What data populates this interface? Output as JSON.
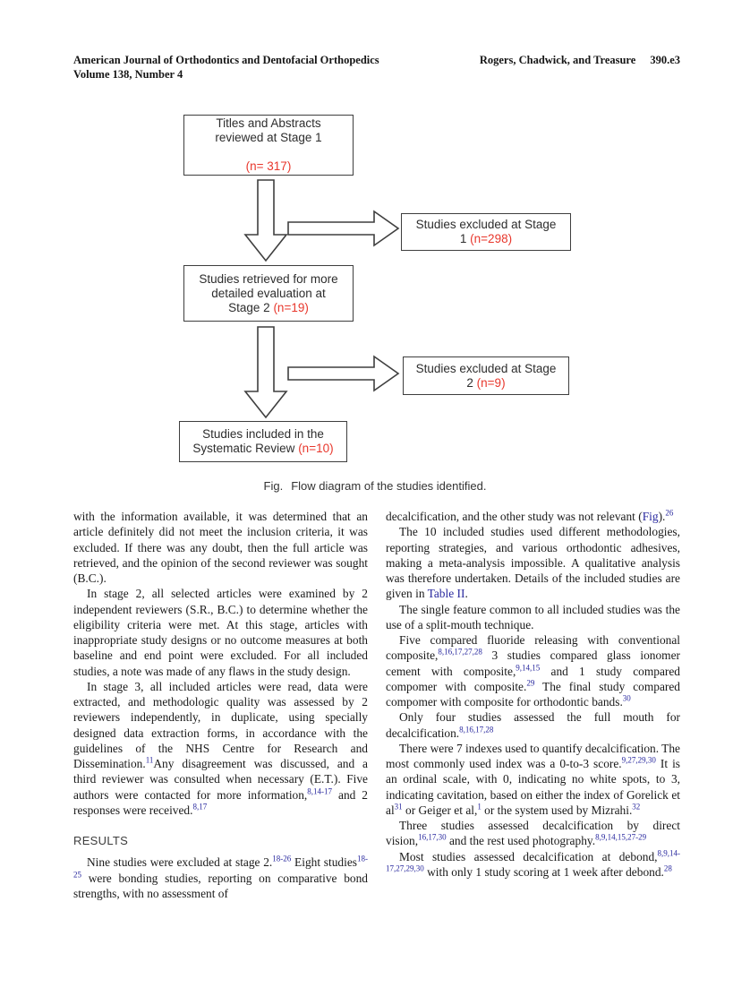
{
  "colors": {
    "red": "#e8372c",
    "link_blue": "#28289e",
    "box_border": "#3e3e3e"
  },
  "header": {
    "journal": "American Journal of Orthodontics and Dentofacial Orthopedics",
    "volume": "Volume 138, Number 4",
    "authors": "Rogers, Chadwick, and Treasure",
    "page": "390.e3"
  },
  "figure": {
    "caption": {
      "label": "Fig.",
      "text": "Flow diagram of the studies identified."
    },
    "boxes": {
      "stage1": {
        "lines": [
          [
            {
              "t": "Titles and Abstracts"
            }
          ],
          [
            {
              "t": "reviewed at Stage 1"
            }
          ],
          [
            {
              "t": " "
            }
          ],
          [
            {
              "t": "(n= 317)",
              "red": true
            }
          ]
        ]
      },
      "excluded1": {
        "lines": [
          [
            {
              "t": "Studies excluded at Stage"
            }
          ],
          [
            {
              "t": "1 "
            },
            {
              "t": "(n=298)",
              "red": true
            }
          ]
        ]
      },
      "stage2": {
        "lines": [
          [
            {
              "t": "Studies retrieved for more"
            }
          ],
          [
            {
              "t": "detailed evaluation at"
            }
          ],
          [
            {
              "t": "Stage 2 "
            },
            {
              "t": "(n=19)",
              "red": true
            }
          ]
        ]
      },
      "excluded2": {
        "lines": [
          [
            {
              "t": "Studies excluded at Stage"
            }
          ],
          [
            {
              "t": "2 "
            },
            {
              "t": "(n=9)",
              "red": true
            }
          ]
        ]
      },
      "included": {
        "lines": [
          [
            {
              "t": "Studies included in the"
            }
          ],
          [
            {
              "t": "Systematic Review "
            },
            {
              "t": "(n=10)",
              "red": true
            }
          ]
        ]
      }
    }
  },
  "columns": {
    "left": [
      {
        "type": "p",
        "indent": false,
        "segments": [
          {
            "t": "with the information available, it was determined that an article definitely did not meet the inclusion criteria, it was excluded. If there was any doubt, then the full article was retrieved, and the opinion of the second reviewer was sought (B.C.)."
          }
        ]
      },
      {
        "type": "p",
        "indent": true,
        "segments": [
          {
            "t": "In stage 2, all selected articles were examined by 2 independent reviewers (S.R., B.C.) to determine whether the eligibility criteria were met. At this stage, articles with inappropriate study designs or no outcome measures at both baseline and end point were excluded. For all included studies, a note was made of any flaws in the study design."
          }
        ]
      },
      {
        "type": "p",
        "indent": true,
        "segments": [
          {
            "t": "In stage 3, all included articles were read, data were extracted, and methodologic quality was assessed by 2 reviewers independently, in duplicate, using specially designed data extraction forms, in accordance with the guidelines of the NHS Centre for Research and Dissemination."
          },
          {
            "t": "11",
            "sup": true
          },
          {
            "t": "Any disagreement was discussed, and a third reviewer was consulted when necessary (E.T.). Five authors were contacted for more information,"
          },
          {
            "t": "8,14-17",
            "sup": true
          },
          {
            "t": " and 2 responses were received."
          },
          {
            "t": "8,17",
            "sup": true
          }
        ]
      },
      {
        "type": "h",
        "text": "RESULTS"
      },
      {
        "type": "p",
        "indent": true,
        "segments": [
          {
            "t": "Nine studies were excluded at stage 2."
          },
          {
            "t": "18-26",
            "sup": true
          },
          {
            "t": " Eight studies"
          },
          {
            "t": "18-25",
            "sup": true
          },
          {
            "t": " were bonding studies, reporting on comparative bond strengths, with no assessment of"
          }
        ]
      }
    ],
    "right": [
      {
        "type": "p",
        "indent": false,
        "segments": [
          {
            "t": "decalcification, and the other study was not relevant ("
          },
          {
            "t": "Fig",
            "blue": true
          },
          {
            "t": ")."
          },
          {
            "t": "26",
            "sup": true
          }
        ]
      },
      {
        "type": "p",
        "indent": true,
        "segments": [
          {
            "t": "The 10 included studies used different methodologies, reporting strategies, and various orthodontic adhesives, making a meta-analysis impossible. A qualitative analysis was therefore undertaken. Details of the included studies are given in "
          },
          {
            "t": "Table II",
            "blue": true
          },
          {
            "t": "."
          }
        ]
      },
      {
        "type": "p",
        "indent": true,
        "segments": [
          {
            "t": "The single feature common to all included studies was the use of a split-mouth technique."
          }
        ]
      },
      {
        "type": "p",
        "indent": true,
        "segments": [
          {
            "t": "Five compared fluoride releasing with conventional composite,"
          },
          {
            "t": "8,16,17,27,28",
            "sup": true
          },
          {
            "t": " 3 studies compared glass ionomer cement with composite,"
          },
          {
            "t": "9,14,15",
            "sup": true
          },
          {
            "t": " and 1 study compared compomer with composite."
          },
          {
            "t": "29",
            "sup": true
          },
          {
            "t": " The final study compared compomer with composite for orthodontic bands."
          },
          {
            "t": "30",
            "sup": true
          }
        ]
      },
      {
        "type": "p",
        "indent": true,
        "segments": [
          {
            "t": "Only four studies assessed the full mouth for decalcification."
          },
          {
            "t": "8,16,17,28",
            "sup": true
          }
        ]
      },
      {
        "type": "p",
        "indent": true,
        "segments": [
          {
            "t": "There were 7 indexes used to quantify decalcification. The most commonly used index was a 0-to-3 score."
          },
          {
            "t": "9,27,29,30",
            "sup": true
          },
          {
            "t": " It is an ordinal scale, with 0, indicating no white spots, to 3, indicating cavitation, based on either the index of Gorelick et al"
          },
          {
            "t": "31",
            "sup": true
          },
          {
            "t": " or Geiger et al,"
          },
          {
            "t": "1",
            "sup": true
          },
          {
            "t": " or the system used by Mizrahi."
          },
          {
            "t": "32",
            "sup": true
          }
        ]
      },
      {
        "type": "p",
        "indent": true,
        "segments": [
          {
            "t": "Three studies assessed decalcification by direct vision,"
          },
          {
            "t": "16,17,30",
            "sup": true
          },
          {
            "t": " and the rest used photography."
          },
          {
            "t": "8,9,14,15,27-29",
            "sup": true
          }
        ]
      },
      {
        "type": "p",
        "indent": true,
        "segments": [
          {
            "t": "Most studies assessed decalcification at debond,"
          },
          {
            "t": "8,9,14-17,27,29,30",
            "sup": true
          },
          {
            "t": " with only 1 study scoring at 1 week after debond."
          },
          {
            "t": "28",
            "sup": true
          }
        ]
      }
    ]
  }
}
